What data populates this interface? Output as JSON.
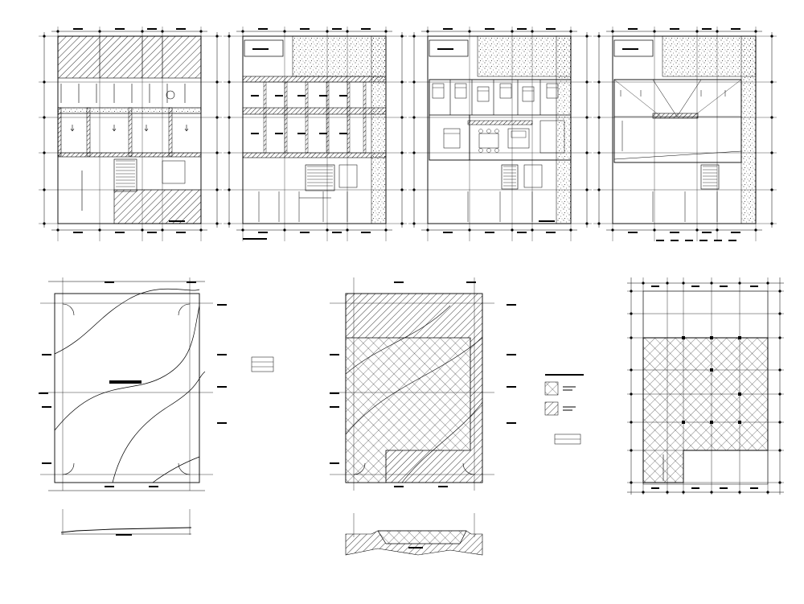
{
  "sheet": {
    "description_visible_text": "",
    "colors": {
      "line": "#000000",
      "paper": "#ffffff",
      "hatch": "#000000"
    },
    "plans": [
      {
        "name": "plan-1"
      },
      {
        "name": "plan-2"
      },
      {
        "name": "plan-3"
      },
      {
        "name": "plan-4"
      }
    ],
    "site_drawings": [
      {
        "name": "contour-site-plan"
      },
      {
        "name": "cut-fill-site-plan"
      },
      {
        "name": "foundation-grid-plan"
      }
    ],
    "legend_items": [
      {
        "pattern": "crosshatch"
      },
      {
        "pattern": "diagonal-hatch"
      }
    ]
  }
}
